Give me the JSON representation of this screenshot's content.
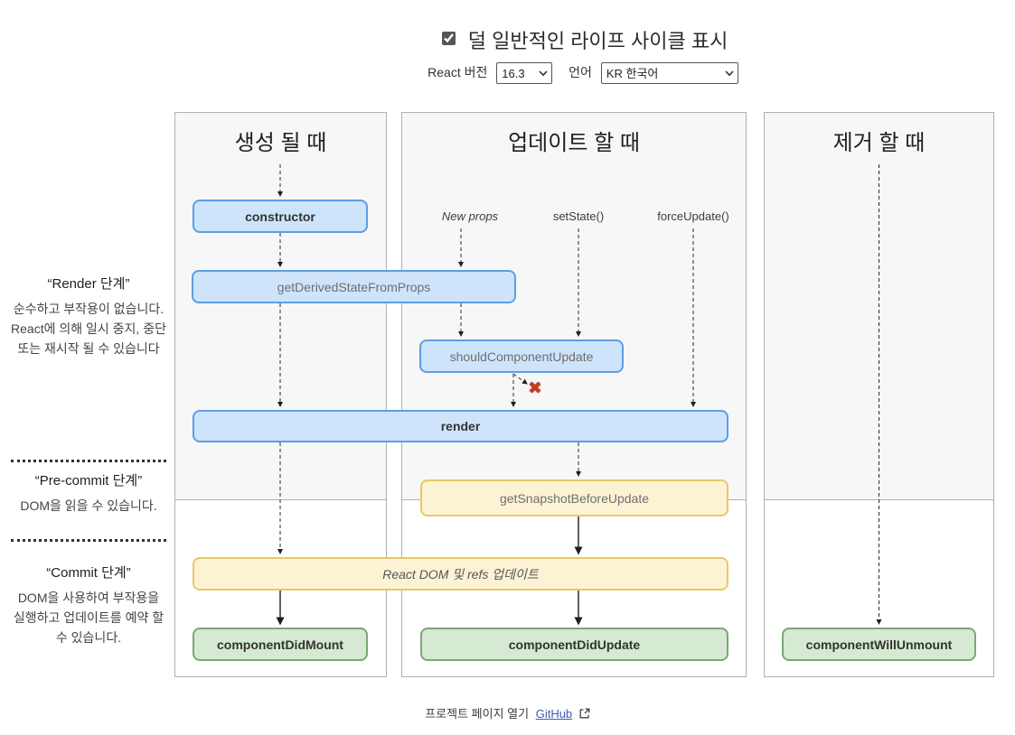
{
  "header": {
    "title": "덜 일반적인 라이프 사이클 표시",
    "react_version_label": "React 버전",
    "react_version_value": "16.3",
    "language_label": "언어",
    "language_value": "KR 한국어"
  },
  "sidebar": {
    "sections": [
      {
        "title": "“Render 단계”",
        "body": "순수하고 부작용이 없습니다. React에 의해 일시 중지, 중단 또는 재시작 될 수 있습니다"
      },
      {
        "title": "“Pre-commit 단계”",
        "body": "DOM을 읽을 수 있습니다."
      },
      {
        "title": "“Commit 단계”",
        "body": "DOM을 사용하여 부작용을 실행하고 업데이트를 예약 할 수 있습니다."
      }
    ]
  },
  "columns": {
    "mount": {
      "title": "생성 될 때"
    },
    "update": {
      "title": "업데이트 할 때",
      "triggers": [
        "New props",
        "setState()",
        "forceUpdate()"
      ]
    },
    "unmount": {
      "title": "제거 할 때"
    }
  },
  "nodes": {
    "constructor": "constructor",
    "get_derived_state_from_props": "getDerivedStateFromProps",
    "should_component_update": "shouldComponentUpdate",
    "render": "render",
    "get_snapshot_before_update": "getSnapshotBeforeUpdate",
    "react_dom_update": "React DOM 및 refs 업데이트",
    "component_did_mount": "componentDidMount",
    "component_did_update": "componentDidUpdate",
    "component_will_unmount": "componentWillUnmount"
  },
  "icons": {
    "false_mark": "✖"
  },
  "footer": {
    "text": "프로젝트 페이지 열기",
    "link_label": "GitHub"
  },
  "colors": {
    "blue_fill": "#cee4fb",
    "blue_border": "#5b9fe3",
    "yellow_fill": "#fcf3d5",
    "yellow_border": "#e8c76a",
    "green_fill": "#d6e9d2",
    "green_border": "#79a873",
    "phase_bg": "#f7f7f7",
    "link": "#4059b3",
    "x_mark": "#c43a22"
  }
}
